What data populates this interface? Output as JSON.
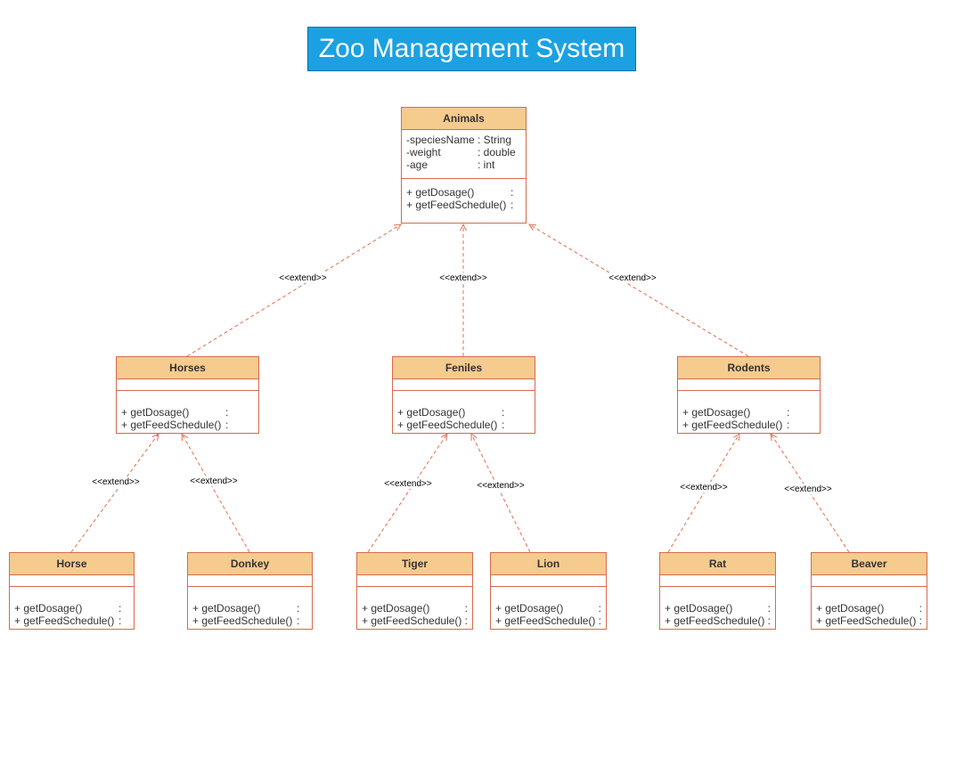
{
  "title": "Zoo Management System",
  "colors": {
    "title_bg": "#1ba1e2",
    "class_header": "#f5cb8e",
    "class_border": "#d66a4e",
    "edge": "#e07050"
  },
  "relation_label": "<<extend>>",
  "classes": {
    "animals": {
      "name": "Animals",
      "attributes": [
        {
          "name": "-speciesName",
          "type": ": String"
        },
        {
          "name": "-weight",
          "type": ": double"
        },
        {
          "name": "-age",
          "type": ": int"
        }
      ],
      "operations": [
        {
          "name": "+ getDosage()",
          "type": ":"
        },
        {
          "name": "+ getFeedSchedule()",
          "type": ":"
        }
      ]
    },
    "horses": {
      "name": "Horses",
      "operations": [
        {
          "name": "+ getDosage()",
          "type": ":"
        },
        {
          "name": "+ getFeedSchedule()",
          "type": ":"
        }
      ]
    },
    "feniles": {
      "name": "Feniles",
      "operations": [
        {
          "name": "+ getDosage()",
          "type": ":"
        },
        {
          "name": "+ getFeedSchedule()",
          "type": ":"
        }
      ]
    },
    "rodents": {
      "name": "Rodents",
      "operations": [
        {
          "name": "+ getDosage()",
          "type": ":"
        },
        {
          "name": "+ getFeedSchedule()",
          "type": ":"
        }
      ]
    },
    "horse": {
      "name": "Horse",
      "operations": [
        {
          "name": "+ getDosage()",
          "type": ":"
        },
        {
          "name": "+ getFeedSchedule()",
          "type": ":"
        }
      ]
    },
    "donkey": {
      "name": "Donkey",
      "operations": [
        {
          "name": "+ getDosage()",
          "type": ":"
        },
        {
          "name": "+ getFeedSchedule()",
          "type": ":"
        }
      ]
    },
    "tiger": {
      "name": "Tiger",
      "operations": [
        {
          "name": "+ getDosage()",
          "type": ":"
        },
        {
          "name": "+ getFeedSchedule()",
          "type": ":"
        }
      ]
    },
    "lion": {
      "name": "Lion",
      "operations": [
        {
          "name": "+ getDosage()",
          "type": ":"
        },
        {
          "name": "+ getFeedSchedule()",
          "type": ":"
        }
      ]
    },
    "rat": {
      "name": "Rat",
      "operations": [
        {
          "name": "+ getDosage()",
          "type": ":"
        },
        {
          "name": "+ getFeedSchedule()",
          "type": ":"
        }
      ]
    },
    "beaver": {
      "name": "Beaver",
      "operations": [
        {
          "name": "+ getDosage()",
          "type": ":"
        },
        {
          "name": "+ getFeedSchedule()",
          "type": ":"
        }
      ]
    }
  },
  "relations": [
    {
      "from": "horses",
      "to": "animals"
    },
    {
      "from": "feniles",
      "to": "animals"
    },
    {
      "from": "rodents",
      "to": "animals"
    },
    {
      "from": "horse",
      "to": "horses"
    },
    {
      "from": "donkey",
      "to": "horses"
    },
    {
      "from": "tiger",
      "to": "feniles"
    },
    {
      "from": "lion",
      "to": "feniles"
    },
    {
      "from": "rat",
      "to": "rodents"
    },
    {
      "from": "beaver",
      "to": "rodents"
    }
  ]
}
